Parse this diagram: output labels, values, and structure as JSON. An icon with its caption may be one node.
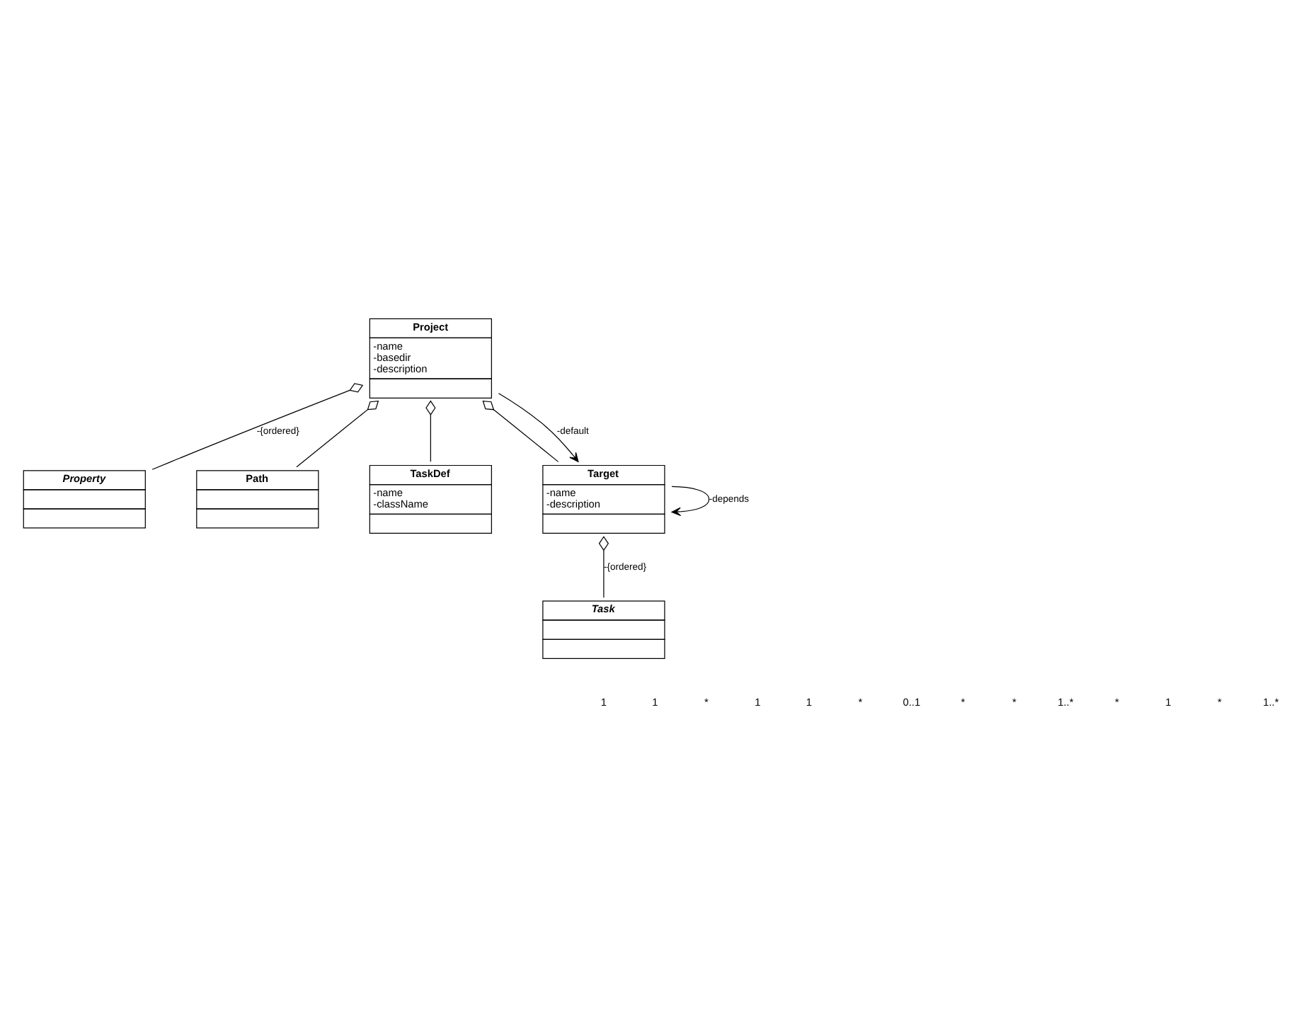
{
  "diagram": {
    "nodes": [
      {
        "text": [
          "Project",
          "-name",
          "-basedir",
          "-description"
        ]
      },
      {
        "text": [
          "Property"
        ]
      },
      {
        "text": [
          "Path"
        ]
      },
      {
        "text": [
          "TaskDef",
          "-name",
          "-className"
        ]
      },
      {
        "text": [
          "Target",
          "-name",
          "-description"
        ]
      },
      {
        "text": [
          "Task"
        ]
      }
    ],
    "edges": [
      {
        "from": 0,
        "to": 1,
        "arrow": "other",
        "label": "-{ordered}"
      },
      {
        "from": 0,
        "to": 2,
        "arrow": "other"
      },
      {
        "from": 0,
        "to": 3,
        "arrow": "other"
      },
      {
        "from": 0,
        "to": 4,
        "arrow": "other"
      },
      {
        "from": 0,
        "to": 4,
        "arrow": "to",
        "label": "-default"
      },
      {
        "from": 4,
        "to": 4,
        "arrow": "to",
        "label": "-depends"
      },
      {
        "from": 4,
        "to": 5,
        "arrow": "other",
        "label": "-{ordered}"
      }
    ],
    "labels": [
      "1",
      "1",
      "*",
      "1",
      "1",
      "*",
      "0..1",
      "*",
      "*",
      "1..*",
      "*",
      "1",
      "*",
      "1..*"
    ]
  }
}
